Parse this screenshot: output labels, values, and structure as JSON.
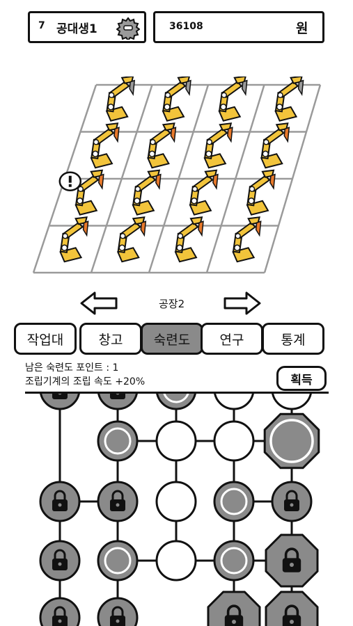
{
  "header": {
    "level": "7",
    "rank_title": "공대생1",
    "money_value": "36108",
    "money_unit": "원"
  },
  "factory": {
    "name": "공장2",
    "grid_rows": 4,
    "grid_cols": 4
  },
  "tabs": [
    {
      "label": "작업대",
      "active": false
    },
    {
      "label": "창고",
      "active": false
    },
    {
      "label": "숙련도",
      "active": true
    },
    {
      "label": "연구",
      "active": false
    },
    {
      "label": "통계",
      "active": false
    }
  ],
  "skill_panel": {
    "points_label": "남은 숙련도 포인트 : 1",
    "effect_label": "조립기계의 조립 속도 +20%",
    "acquire_label": "획득"
  },
  "colors": {
    "machine_yellow": "#f2c43b",
    "machine_orange": "#e8792b",
    "node_gray": "#8a8a8a",
    "outline": "#111111"
  }
}
